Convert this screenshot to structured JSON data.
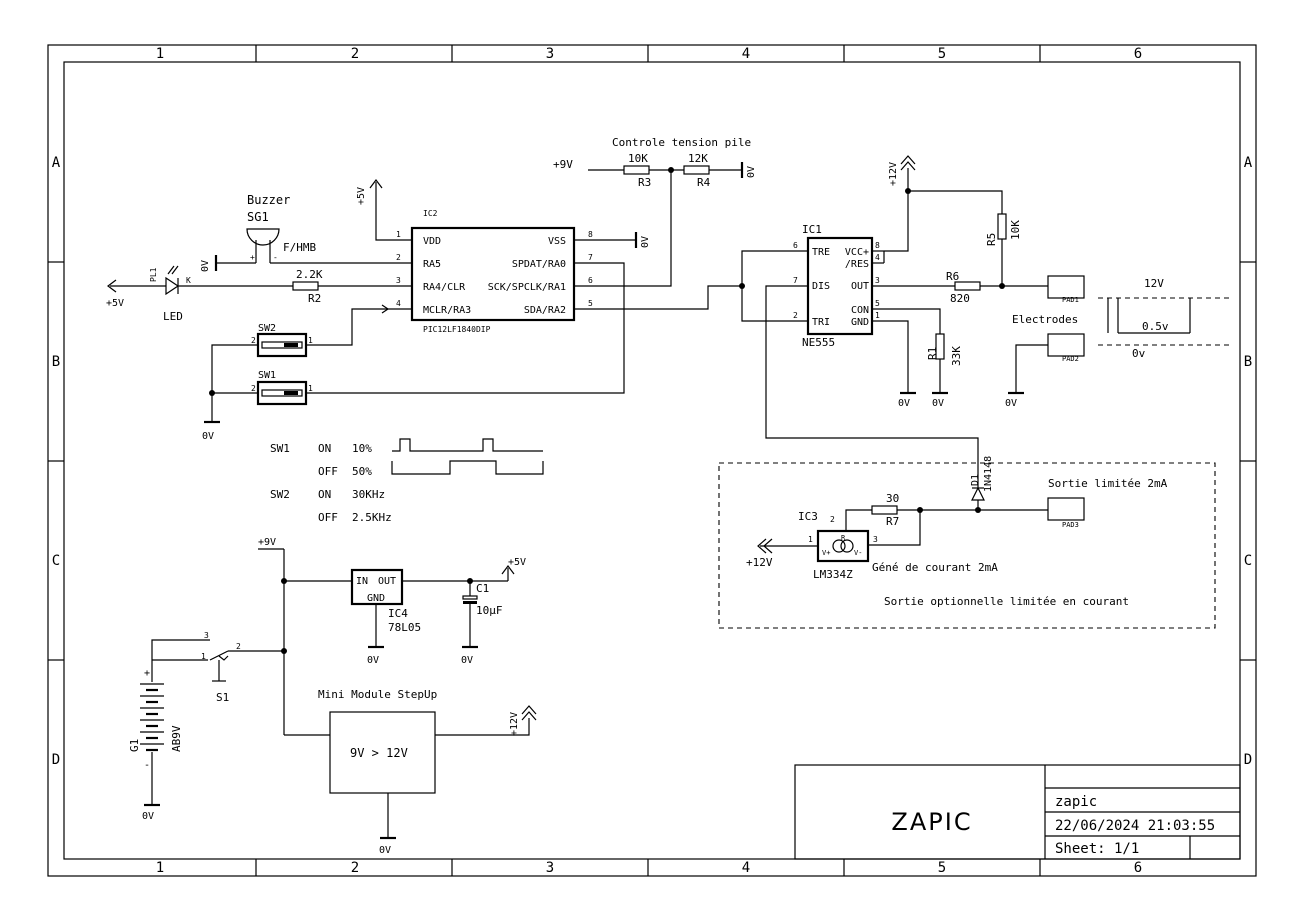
{
  "frame": {
    "columns": [
      "1",
      "2",
      "3",
      "4",
      "5",
      "6"
    ],
    "rows": [
      "A",
      "B",
      "C",
      "D"
    ]
  },
  "title_block": {
    "name": "ZAPIC",
    "file": "zapic",
    "datetime": "22/06/2024 21:03:55",
    "sheet": "Sheet: 1/1"
  },
  "components": {
    "buzzer": {
      "title": "Buzzer",
      "ref": "SG1",
      "value": "F/HMB",
      "pin_plus": "+",
      "pin_minus": "-"
    },
    "led": {
      "ref": "PL1",
      "label": "LED",
      "pin_k": "K"
    },
    "r2": {
      "value": "2.2K",
      "ref": "R2"
    },
    "ic2": {
      "ref": "IC2",
      "part": "PIC12LF1840DIP",
      "pins_left": [
        {
          "num": "1",
          "name": "VDD"
        },
        {
          "num": "2",
          "name": "RA5"
        },
        {
          "num": "3",
          "name": "RA4/CLR"
        },
        {
          "num": "4",
          "name": "MCLR/RA3"
        }
      ],
      "pins_right": [
        {
          "num": "8",
          "name": "VSS"
        },
        {
          "num": "7",
          "name": "SPDAT/RA0"
        },
        {
          "num": "6",
          "name": "SCK/SPCLK/RA1"
        },
        {
          "num": "5",
          "name": "SDA/RA2"
        }
      ]
    },
    "sw2": {
      "ref": "SW2",
      "pin_a": "2",
      "pin_b": "1"
    },
    "sw1": {
      "ref": "SW1",
      "pin_a": "2",
      "pin_b": "1"
    },
    "r3": {
      "value": "10K",
      "ref": "R3"
    },
    "r4": {
      "value": "12K",
      "ref": "R4"
    },
    "pile_label": "Controle tension pile",
    "ic1": {
      "ref": "IC1",
      "part": "NE555",
      "pins_left": [
        {
          "num": "6",
          "name": "TRE"
        },
        {
          "num": "7",
          "name": "DIS"
        },
        {
          "num": "2",
          "name": "TRI"
        }
      ],
      "pins_right": [
        {
          "num": "8",
          "name": "VCC+"
        },
        {
          "num": "4",
          "name": "/RES"
        },
        {
          "num": "3",
          "name": "OUT"
        },
        {
          "num": "5",
          "name": "CON"
        },
        {
          "num": "1",
          "name": "GND"
        }
      ]
    },
    "r5": {
      "value": "10K",
      "ref": "R5"
    },
    "r6": {
      "value": "820",
      "ref": "R6"
    },
    "r1": {
      "value": "33K",
      "ref": "R1"
    },
    "pad1": "PAD1",
    "pad2": "PAD2",
    "pad3": "PAD3",
    "electrodes": "Electrodes",
    "v12": "12V",
    "v05": "0.5v",
    "v0v": "0v",
    "d1": {
      "ref": "D1",
      "value": "1N4148"
    },
    "r7": {
      "value": "30",
      "ref": "R7"
    },
    "ic3": {
      "ref": "IC3",
      "part": "LM334Z",
      "pin1": "1",
      "pin2": "2",
      "pin3": "3",
      "vplus": "V+",
      "vminus": "V-",
      "rpin": "R"
    },
    "sortie_limitee": "Sortie limitée 2mA",
    "gene_courant": "Géné de courant 2mA",
    "sortie_optionnelle": "Sortie optionnelle limitée en courant",
    "ic4": {
      "ref": "IC4",
      "part": "78L05",
      "in": "IN",
      "out": "OUT",
      "gnd": "GND"
    },
    "c1": {
      "ref": "C1",
      "value": "10µF"
    },
    "s1": {
      "ref": "S1",
      "p1": "1",
      "p2": "2",
      "p3": "3"
    },
    "g1": {
      "ref": "G1",
      "value": "AB9V",
      "plus": "+",
      "minus": "-"
    },
    "stepup": {
      "title": "Mini Module StepUp",
      "label": "9V > 12V"
    }
  },
  "supplies": {
    "p5v": "+5V",
    "p9v": "+9V",
    "p12v": "+12V",
    "gnd": "0V"
  },
  "timing_notes": {
    "sw1": "SW1",
    "sw2": "SW2",
    "on": "ON",
    "off": "OFF",
    "sw1_on": "10%",
    "sw1_off": "50%",
    "sw2_on": "30KHz",
    "sw2_off": "2.5KHz"
  }
}
